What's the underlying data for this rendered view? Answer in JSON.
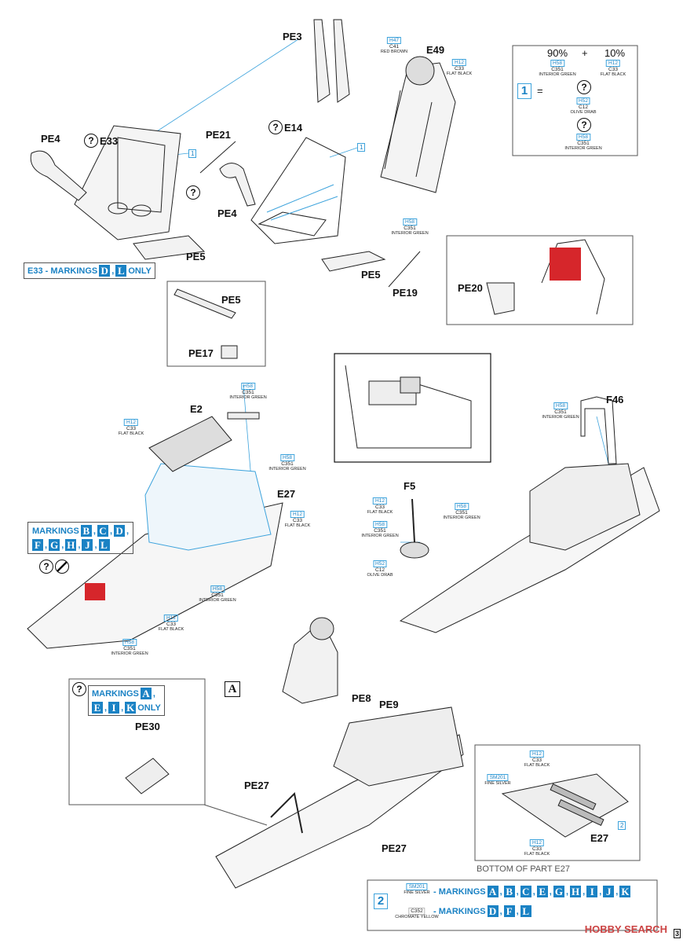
{
  "paints": {
    "h47": {
      "code": "H47",
      "ccode": "C41",
      "name": "RED BROWN"
    },
    "h12": {
      "code": "H12",
      "ccode": "C33",
      "name": "FLAT BLACK"
    },
    "h58": {
      "code": "H58",
      "ccode": "C351",
      "name": "INTERIOR GREEN"
    },
    "h52": {
      "code": "H52",
      "ccode": "C12",
      "name": "OLIVE DRAB"
    },
    "sm201": {
      "code": "SM201",
      "ccode": "",
      "name": "FINE SILVER"
    },
    "c352": {
      "code": "C352",
      "ccode": "",
      "name": "CHROMATE YELLOW"
    }
  },
  "parts": {
    "pe3": "PE3",
    "e49": "E49",
    "pe4a": "PE4",
    "e33": "E33",
    "pe21": "PE21",
    "e14": "E14",
    "pe4b": "PE4",
    "pe5a": "PE5",
    "pe5b": "PE5",
    "pe19": "PE19",
    "pe20": "PE20",
    "pe5c": "PE5",
    "pe17": "PE17",
    "e2": "E2",
    "e27a": "E27",
    "f46": "F46",
    "f5": "F5",
    "pe8": "PE8",
    "pe9": "PE9",
    "pe30": "PE30",
    "pe27a": "PE27",
    "pe27b": "PE27",
    "e27b": "E27"
  },
  "mix": {
    "p1": "90%",
    "plus": "+",
    "p2": "10%",
    "eq": "="
  },
  "callouts": {
    "one": "1",
    "two": "2",
    "q": "?",
    "sectA": "A"
  },
  "markings": {
    "e33_prefix": "E33 - MARKINGS",
    "e33_letters": [
      "D",
      "L"
    ],
    "e33_suffix": "ONLY",
    "bc_prefix": "MARKINGS",
    "bc_letters_row1": [
      "B",
      "C",
      "D"
    ],
    "bc_letters_row2": [
      "F",
      "G",
      "H",
      "J",
      "L"
    ],
    "aeik_prefix": "MARKINGS",
    "aeik_letters_row1": [
      "A"
    ],
    "aeik_letters_row2": [
      "E",
      "I",
      "K"
    ],
    "aeik_suffix": "ONLY",
    "legend_row1_prefix": "- MARKINGS",
    "legend_row1_letters": [
      "A",
      "B",
      "C",
      "E",
      "G",
      "H",
      "I",
      "J",
      "K"
    ],
    "legend_row2_prefix": "- MARKINGS",
    "legend_row2_letters": [
      "D",
      "F",
      "L"
    ]
  },
  "caption_bottom": "BOTTOM OF PART E27",
  "watermark": "HOBBY SEARCH",
  "page_number": "3",
  "colors": {
    "accent": "#1a82c4",
    "red": "#d6262b",
    "line": "#3da3dc"
  }
}
